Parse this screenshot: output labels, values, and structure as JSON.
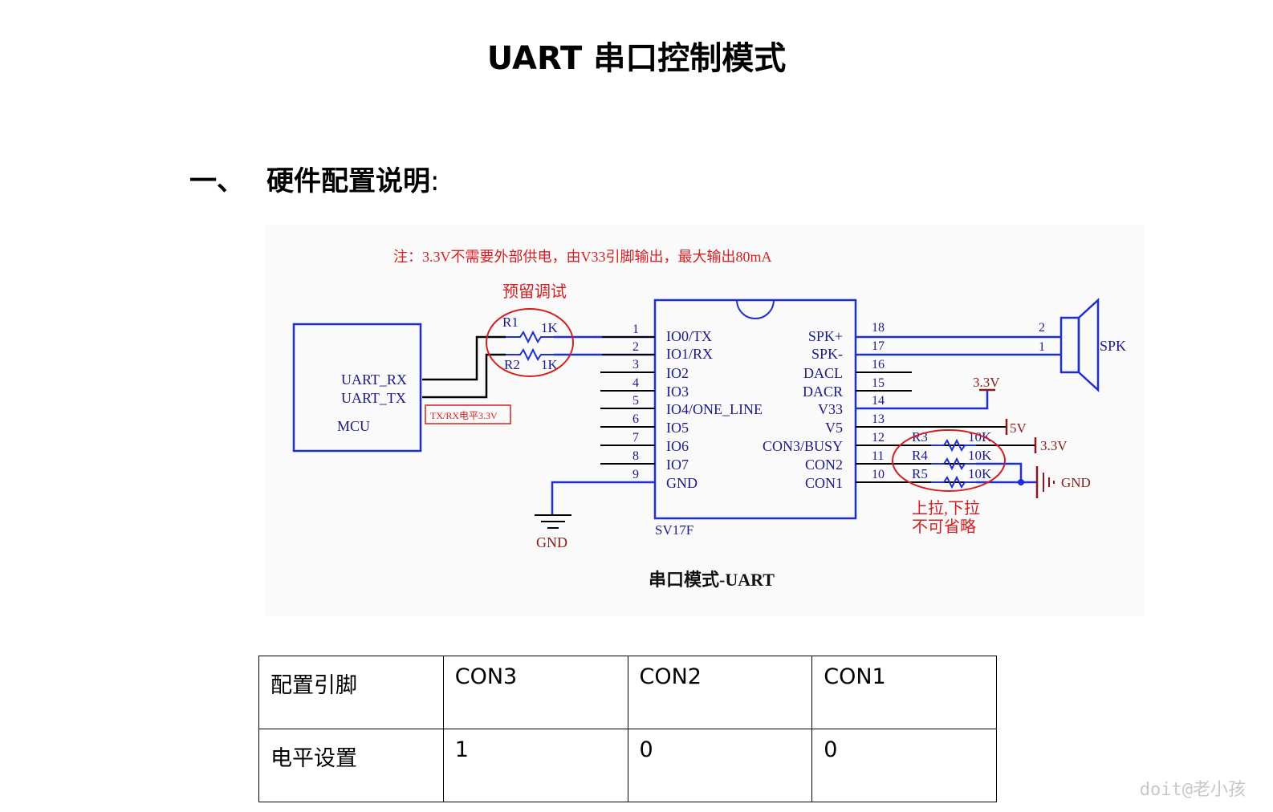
{
  "title": "UART 串口控制模式",
  "section": {
    "number": "一、",
    "heading": "硬件配置说明",
    "colon": ":"
  },
  "schematic": {
    "note": "注：3.3V不需要外部供电，由V33引脚输出，最大输出80mA",
    "debug_label": "预留调试",
    "mcu": {
      "label": "MCU",
      "rx": "UART_RX",
      "tx": "UART_TX",
      "level_note": "TX/RX电平3.3V"
    },
    "resistors_left": [
      {
        "name": "R1",
        "value": "1K"
      },
      {
        "name": "R2",
        "value": "1K"
      }
    ],
    "chip": {
      "name": "SV17F",
      "left_pins": [
        {
          "num": "1",
          "label": "IO0/TX"
        },
        {
          "num": "2",
          "label": "IO1/RX"
        },
        {
          "num": "3",
          "label": "IO2"
        },
        {
          "num": "4",
          "label": "IO3"
        },
        {
          "num": "5",
          "label": "IO4/ONE_LINE"
        },
        {
          "num": "6",
          "label": "IO5"
        },
        {
          "num": "7",
          "label": "IO6"
        },
        {
          "num": "8",
          "label": "IO7"
        },
        {
          "num": "9",
          "label": "GND"
        }
      ],
      "right_pins": [
        {
          "num": "18",
          "label": "SPK+"
        },
        {
          "num": "17",
          "label": "SPK-"
        },
        {
          "num": "16",
          "label": "DACL"
        },
        {
          "num": "15",
          "label": "DACR"
        },
        {
          "num": "14",
          "label": "V33"
        },
        {
          "num": "13",
          "label": "V5"
        },
        {
          "num": "12",
          "label": "CON3/BUSY"
        },
        {
          "num": "11",
          "label": "CON2"
        },
        {
          "num": "10",
          "label": "CON1"
        }
      ]
    },
    "gnd_left": "GND",
    "speaker": {
      "label": "SPK",
      "pin_top": "2",
      "pin_bottom": "1"
    },
    "supply_33": "3.3V",
    "supply_5v": "5V",
    "supply_33_r3": "3.3V",
    "gnd_right": "GND",
    "resistors_right": [
      {
        "name": "R3",
        "value": "10K"
      },
      {
        "name": "R4",
        "value": "10K"
      },
      {
        "name": "R5",
        "value": "10K"
      }
    ],
    "pull_note_1": "上拉,下拉",
    "pull_note_2": "不可省略",
    "caption": "串口模式-UART"
  },
  "table": {
    "header": [
      "配置引脚",
      "CON3",
      "CON2",
      "CON1"
    ],
    "row": [
      "电平设置",
      "1",
      "0",
      "0"
    ]
  },
  "watermark": "doit@老小孩"
}
